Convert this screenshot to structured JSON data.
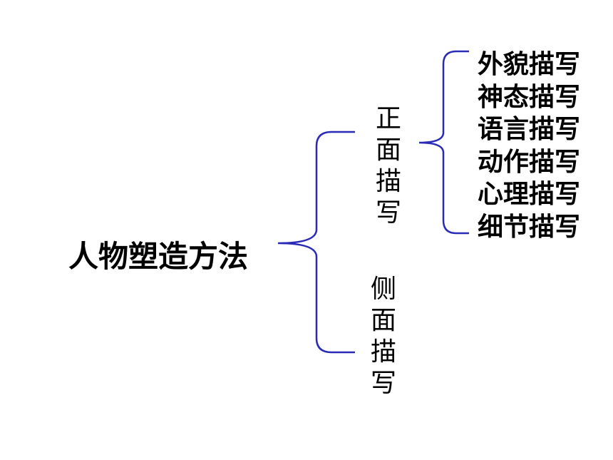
{
  "root": "人物塑造方法",
  "branches": [
    {
      "label": "正面描写",
      "children": [
        "外貌描写",
        "神态描写",
        "语言描写",
        "动作描写",
        "心理描写",
        "细节描写"
      ]
    },
    {
      "label": "侧面描写",
      "children": []
    }
  ],
  "colors": {
    "bracket": "#2a2ab8",
    "text": "#000000"
  }
}
